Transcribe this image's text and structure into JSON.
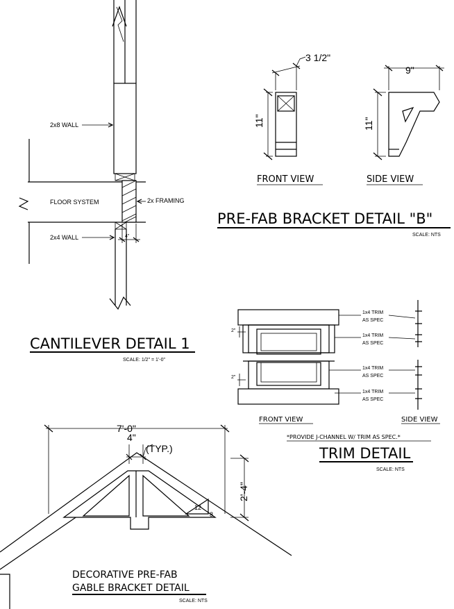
{
  "cantilever": {
    "label_2x8_wall": "2x8 WALL",
    "label_floor_system": "FLOOR SYSTEM",
    "label_2x_framing": "2x FRAMING",
    "label_2x4_wall": "2x4 WALL",
    "dim_4": "4\"",
    "title": "CANTILEVER DETAIL 1",
    "scale": "SCALE: 1/2\" = 1'-0\""
  },
  "bracket_b": {
    "dim_width": "3 1/2\"",
    "dim_depth": "9\"",
    "dim_height_front": "11\"",
    "dim_height_side": "11\"",
    "front_view": "FRONT VIEW",
    "side_view": "SIDE VIEW",
    "title": "PRE-FAB BRACKET DETAIL \"B\"",
    "scale": "SCALE: NTS"
  },
  "trim": {
    "dim_top": "2\"",
    "dim_bottom": "2\"",
    "label_1": "1x4 TRIM",
    "label_1b": "AS SPEC",
    "label_2": "1x4 TRIM",
    "label_2b": "AS SPEC",
    "label_3": "1x4 TRIM",
    "label_3b": "AS SPEC",
    "label_4": "1x4 TRIM",
    "label_4b": "AS SPEC",
    "front_view": "FRONT VIEW",
    "side_view": "SIDE VIEW",
    "note": "*PROVIDE J-CHANNEL W/ TRIM AS SPEC.*",
    "title": "TRIM DETAIL",
    "scale": "SCALE: NTS"
  },
  "gable": {
    "dim_width": "7'-0\"",
    "dim_member": "4\"",
    "dim_typ": "(TYP.)",
    "dim_height": "2'-4\"",
    "pitch_run": "12",
    "pitch_rise": "8",
    "title_line1": "DECORATIVE PRE-FAB",
    "title_line2": "GABLE BRACKET DETAIL",
    "scale": "SCALE: NTS"
  }
}
